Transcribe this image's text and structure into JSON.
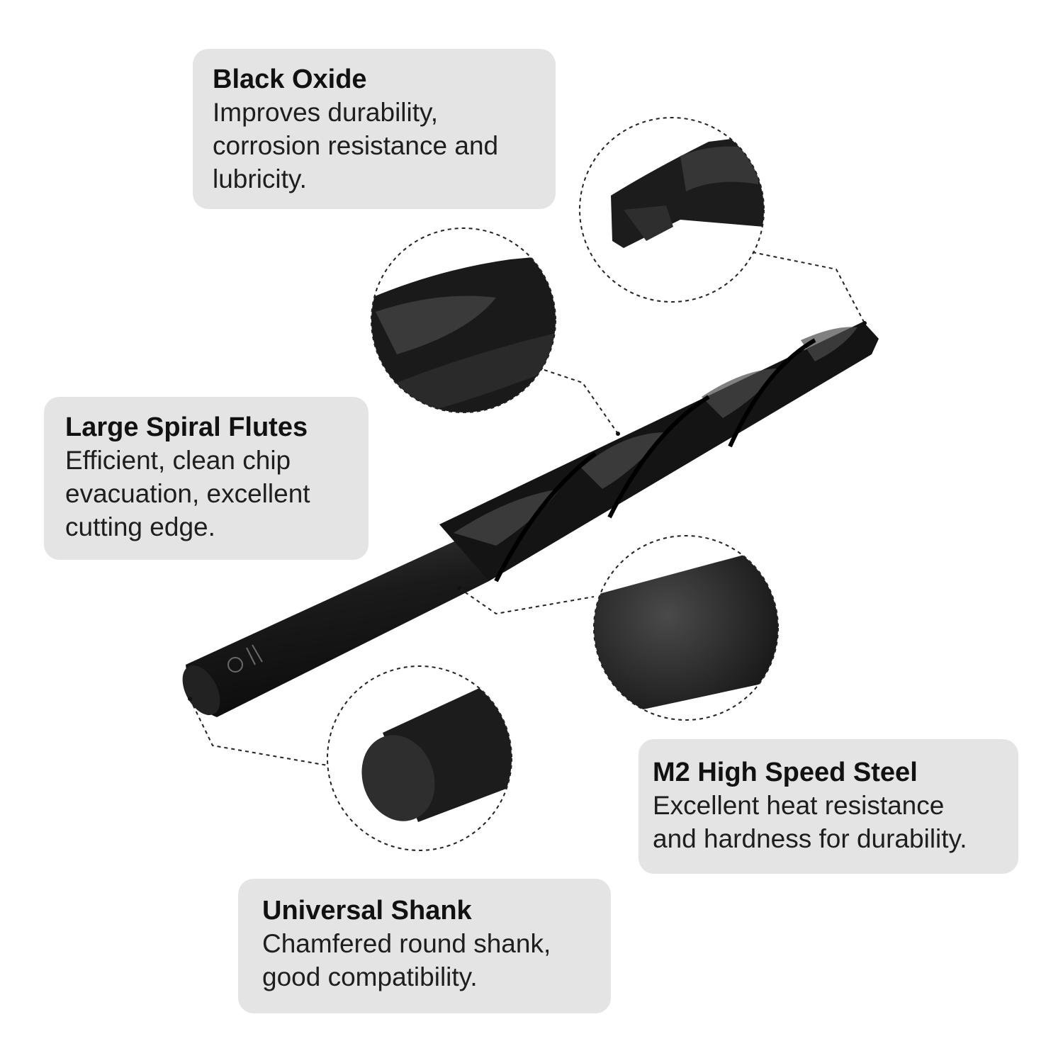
{
  "callouts": {
    "black_oxide": {
      "title": "Black Oxide",
      "description": "Improves durability,\ncorrosion resistance and\nlubricity."
    },
    "spiral_flutes": {
      "title": "Large Spiral Flutes",
      "description": "Efficient, clean chip\nevacuation, excellent\ncutting edge."
    },
    "m2_steel": {
      "title": "M2 High Speed Steel",
      "description": "Excellent heat resistance\nand hardness for durability."
    },
    "universal_shank": {
      "title": "Universal Shank",
      "description": "Chamfered round shank,\ngood compatibility."
    }
  },
  "colors": {
    "callout_background": "#e4e4e4",
    "drill_bit": "#1b1b1b",
    "dashed_leader": "#222222"
  }
}
